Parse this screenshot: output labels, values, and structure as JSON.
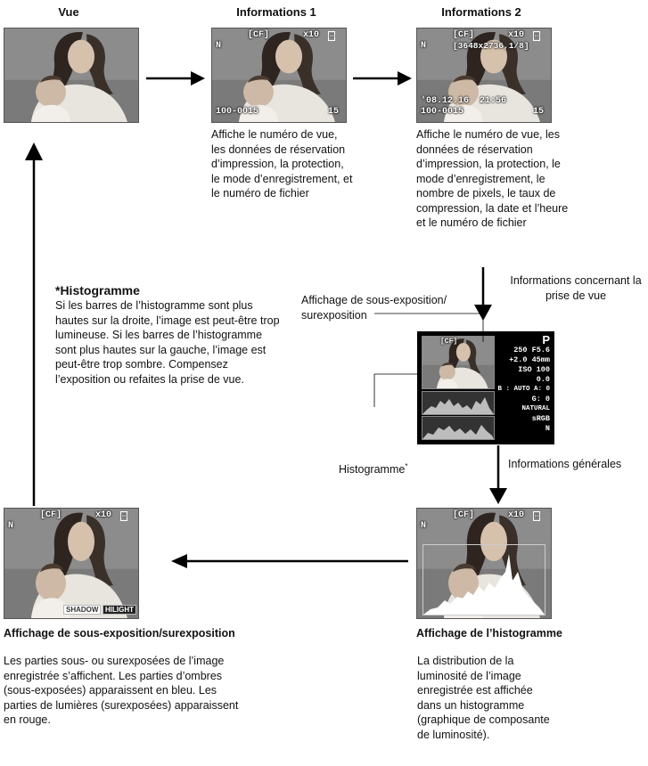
{
  "headers": {
    "vue": "Vue",
    "info1": "Informations 1",
    "info2": "Informations 2"
  },
  "overlay": {
    "card": "[CF]",
    "protect": "x10",
    "quality": "N",
    "file_no": "100-0015",
    "frame_no": "15",
    "pixels": "[3648x2736,1/8]",
    "datetime": "'08.12.16  21:56"
  },
  "desc_info1": "Affiche le numéro de vue, les données de réservation d’impression, la protection, le mode d’enregistrement, et le numéro de fichier",
  "desc_info2": "Affiche le numéro de vue, les données de réservation d’impression, la protection, le mode d’enregistrement, le nombre de pixels, le taux de compression, la date et l’heure et le numéro de fichier",
  "histo_note": {
    "title": "*Histogramme",
    "body": "Si les barres de l’histogramme sont plus hautes sur la droite, l’image est peut-être trop lumineuse. Si les barres de l’histogramme sont plus hautes sur la gauche, l’image est peut-être trop sombre. Compensez l’exposition ou refaites la prise de vue."
  },
  "callouts": {
    "shooting_info": "Informations concernant la prise de vue",
    "exposure_display": "Affichage de sous-exposition/ surexposition",
    "histogram": "Histogramme",
    "histogram_mark": "*",
    "general_info": "Informations générales"
  },
  "shooting_panel": {
    "mode": "P",
    "line1": "250  F5.6",
    "line2": "+2.0 45mm",
    "line3": "ISO 100",
    "line4": "0.0",
    "line5": "B : AUTO  A: 0",
    "line6": "G: 0",
    "line7": "NATURAL",
    "line8": "sRGB"
  },
  "exposure_labels": {
    "shadow": "SHADOW",
    "hilight": "HILIGHT"
  },
  "bottom_left": {
    "title": "Affichage de sous-exposition/surexposition",
    "body": "Les parties sous- ou surexposées de l’image enregistrée s’affichent. Les parties d’ombres (sous-exposées) apparaissent en bleu. Les parties de lumières (surexposées) apparaissent en rouge."
  },
  "bottom_right": {
    "title": "Affichage de l’histogramme",
    "body": "La distribution de la luminosité de l’image enregistrée est affichée dans un histogramme (graphique de composante de luminosité)."
  }
}
